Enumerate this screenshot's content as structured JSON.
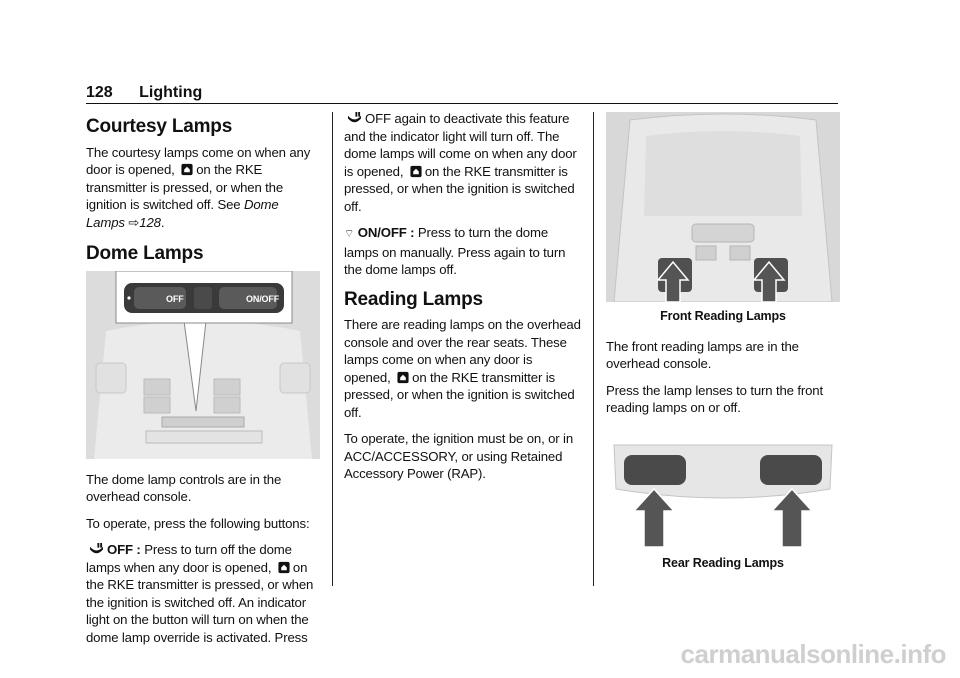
{
  "header": {
    "page_number": "128",
    "section": "Lighting"
  },
  "courtesy": {
    "heading": "Courtesy Lamps",
    "p1_a": "The courtesy lamps come on when any door is opened,",
    "p1_b": "on the RKE transmitter is pressed, or when the ignition is switched off. See",
    "p1_link": "Dome Lamps",
    "p1_page": "128",
    "p1_end": "."
  },
  "dome": {
    "heading": "Dome Lamps",
    "figure_labels": {
      "off": "OFF",
      "on_off": "ON/OFF"
    },
    "p1": "The dome lamp controls are in the overhead console.",
    "p2": "To operate, press the following buttons:",
    "off_label": "OFF :",
    "off_text_a": "Press to turn off the dome lamps when any door is opened,",
    "off_text_b": "on the RKE transmitter is pressed, or when the ignition is switched off. An indicator light on the button will turn on when the dome lamp override is activated. Press",
    "off_text_c": "OFF again to deactivate this feature and the indicator light will turn off. The dome lamps will come on when any door is opened,",
    "off_text_d": "on the RKE transmitter is pressed, or when the ignition is switched off.",
    "onoff_label": "ON/OFF :",
    "onoff_text": "Press to turn the dome lamps on manually. Press again to turn the dome lamps off."
  },
  "reading": {
    "heading": "Reading Lamps",
    "p1": "There are reading lamps on the overhead console and over the rear seats. These lamps come on when any door is opened,",
    "p1_b": "on the RKE transmitter is pressed, or when the ignition is switched off.",
    "p2": "To operate, the ignition must be on, or in ACC/ACCESSORY, or using Retained Accessory Power (RAP).",
    "front_caption": "Front Reading Lamps",
    "p3": "The front reading lamps are in the overhead console.",
    "p4": "Press the lamp lenses to turn the front reading lamps on or off.",
    "rear_caption": "Rear Reading Lamps"
  },
  "footer": {
    "watermark": "carmanualsonline.info"
  }
}
